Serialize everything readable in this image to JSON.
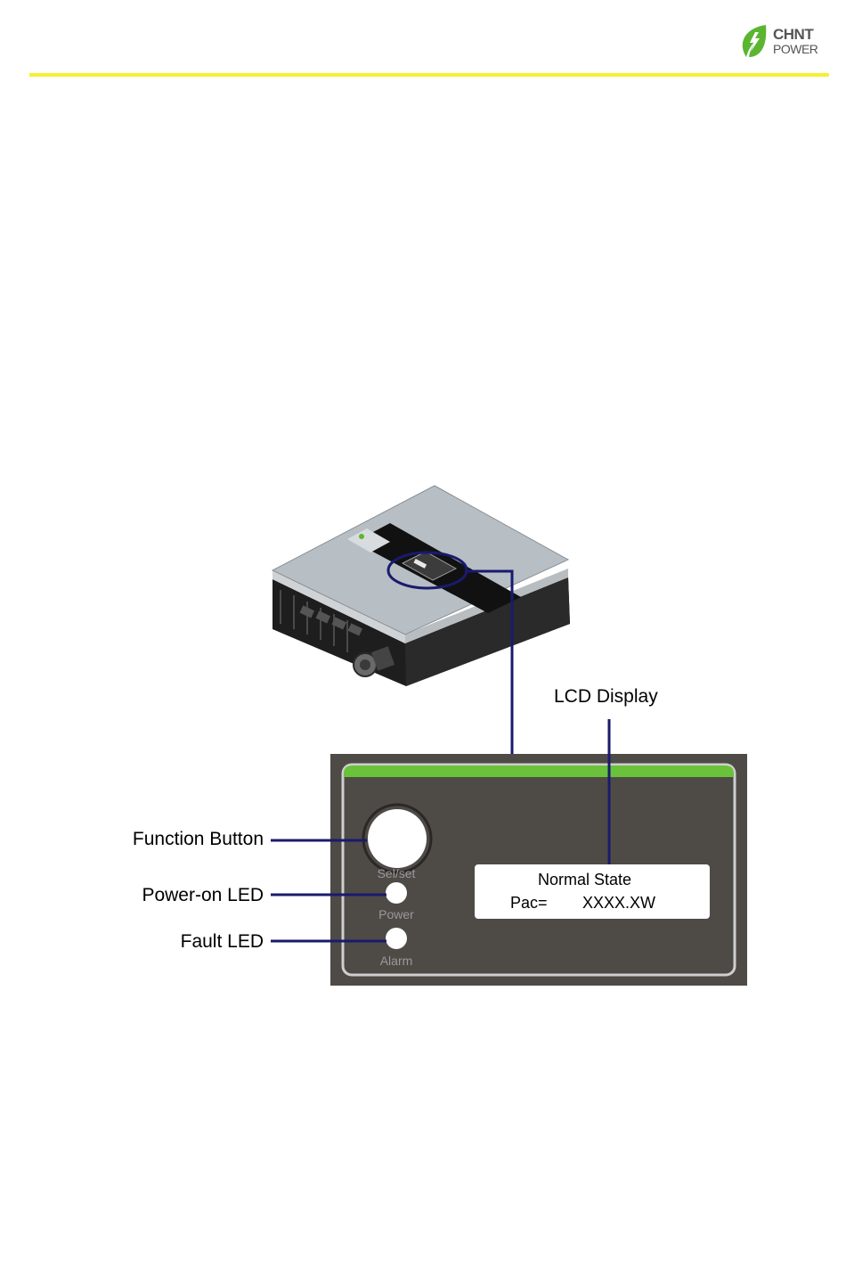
{
  "brand": {
    "logo_word_1": "CHNT",
    "logo_word_2": "POWER",
    "leaf_color": "#5cb531",
    "rule_color": "#f5f032"
  },
  "figure": {
    "inverter_icon": "inverter-device-icon",
    "callouts": {
      "lcd_display": "LCD Display",
      "function_button": "Function Button",
      "power_on_led": "Power-on LED",
      "fault_led": "Fault LED"
    },
    "panel": {
      "button_label": "Sel/set",
      "power_label": "Power",
      "alarm_label": "Alarm",
      "lcd_line_1": "Normal State",
      "lcd_line_2_key": "Pac=",
      "lcd_line_2_value": "XXXX.XW",
      "panel_color": "#4e4a46",
      "accent_color": "#6ac23a",
      "leader_color": "#1a1a6e"
    }
  }
}
